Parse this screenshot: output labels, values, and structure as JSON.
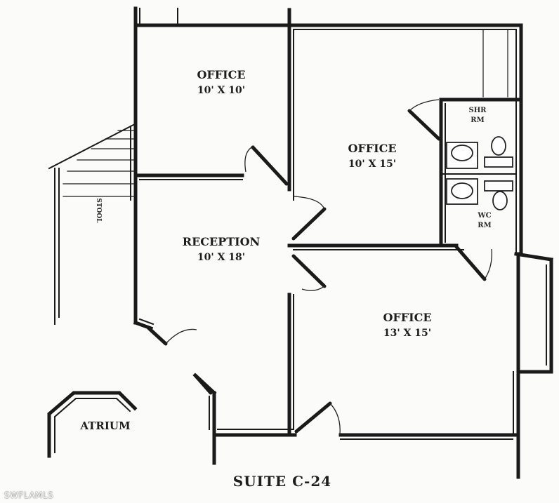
{
  "plan": {
    "title": "SUITE C-24",
    "rooms": [
      {
        "id": "office-1",
        "name": "OFFICE",
        "dims": "10' X 10'"
      },
      {
        "id": "office-2",
        "name": "OFFICE",
        "dims": "10' X 15'"
      },
      {
        "id": "reception",
        "name": "RECEPTION",
        "dims": "10' X 18'"
      },
      {
        "id": "office-3",
        "name": "OFFICE",
        "dims": "13' X 15'"
      }
    ],
    "restrooms": [
      {
        "name": "SHR",
        "sub": "RM"
      },
      {
        "name": "WC",
        "sub": "RM"
      }
    ],
    "atrium": "ATRIUM",
    "stair_note": "STOOL"
  },
  "watermark": "SWFLAMLS"
}
